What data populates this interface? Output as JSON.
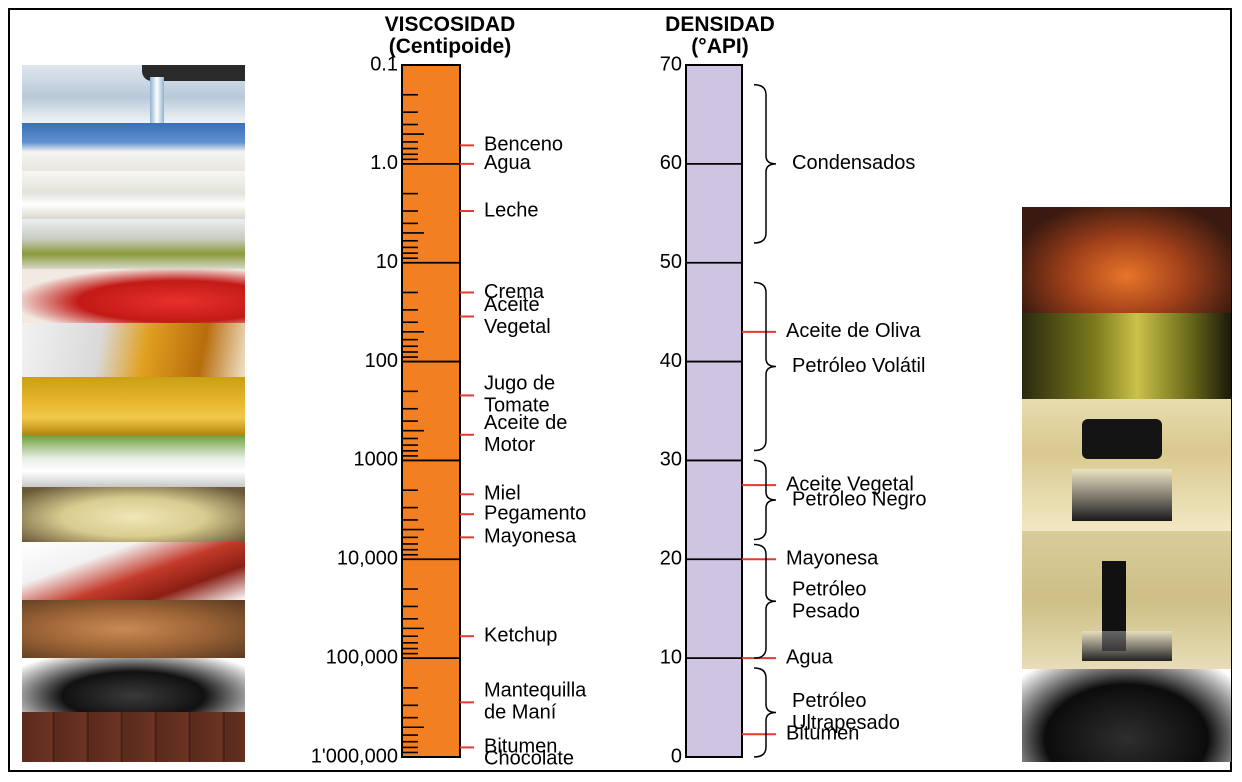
{
  "colors": {
    "viscosity_bar": "#f27f22",
    "density_bar": "#cfc5e3",
    "marker": "#e43a2f",
    "ink": "#000000"
  },
  "viscosity": {
    "title_line1": "VISCOSIDAD",
    "title_line2": "(Centipoide)",
    "scale": "log",
    "range": [
      0.1,
      1000000
    ],
    "decade_labels": [
      {
        "value": 0.1,
        "text": "0.1"
      },
      {
        "value": 1,
        "text": "1.0"
      },
      {
        "value": 10,
        "text": "10"
      },
      {
        "value": 100,
        "text": "100"
      },
      {
        "value": 1000,
        "text": "1000"
      },
      {
        "value": 10000,
        "text": "10,000"
      },
      {
        "value": 100000,
        "text": "100,000"
      },
      {
        "value": 1000000,
        "text": "1'000,000"
      }
    ],
    "items": [
      {
        "value": 0.65,
        "lines": [
          "Benceno"
        ]
      },
      {
        "value": 1,
        "lines": [
          "Agua"
        ]
      },
      {
        "value": 3,
        "lines": [
          "Leche"
        ]
      },
      {
        "value": 20,
        "lines": [
          "Crema"
        ]
      },
      {
        "value": 35,
        "lines": [
          "Aceite",
          "Vegetal"
        ]
      },
      {
        "value": 220,
        "lines": [
          "Jugo de",
          "Tomate"
        ]
      },
      {
        "value": 550,
        "lines": [
          "Aceite de",
          "Motor"
        ]
      },
      {
        "value": 2200,
        "lines": [
          "Miel"
        ]
      },
      {
        "value": 3500,
        "lines": [
          "Pegamento"
        ]
      },
      {
        "value": 6000,
        "lines": [
          "Mayonesa"
        ]
      },
      {
        "value": 60000,
        "lines": [
          "Ketchup"
        ]
      },
      {
        "value": 280000,
        "lines": [
          "Mantequilla",
          "de Maní"
        ]
      },
      {
        "value": 800000,
        "lines": [
          "Bitumen"
        ]
      }
    ],
    "tail_label": "Chocolate"
  },
  "density": {
    "title_line1": "DENSIDAD",
    "title_line2": "(°API)",
    "scale": "linear",
    "range": [
      0,
      70
    ],
    "tick_labels": [
      "0",
      "10",
      "20",
      "30",
      "40",
      "50",
      "60",
      "70"
    ],
    "markers": [
      {
        "value": 43,
        "label": "Aceite de Oliva"
      },
      {
        "value": 27.5,
        "label": "Aceite Vegetal"
      },
      {
        "value": 20,
        "label": "Mayonesa"
      },
      {
        "value": 10,
        "label": "Agua"
      },
      {
        "value": 2.3,
        "label": "Bitumen"
      }
    ],
    "groups": [
      {
        "from": 52,
        "to": 68,
        "lines": [
          "Condensados"
        ]
      },
      {
        "from": 31,
        "to": 48,
        "lines": [
          "Petróleo Volátil"
        ]
      },
      {
        "from": 22,
        "to": 30,
        "lines": [
          "Petróleo Negro"
        ]
      },
      {
        "from": 10,
        "to": 21.5,
        "lines": [
          "Petróleo",
          "Pesado"
        ]
      },
      {
        "from": 0,
        "to": 9,
        "lines": [
          "Petróleo",
          "Ultrapesado"
        ]
      }
    ]
  },
  "left_photos": [
    "water-tap",
    "milk",
    "cream",
    "vegetable-oil",
    "tomato-juice",
    "motor-oil",
    "honey",
    "glue",
    "mayonnaise",
    "ketchup",
    "peanut-butter",
    "bitumen",
    "chocolate"
  ],
  "right_photos": [
    "olive-oil-flask",
    "olive-oil-pour",
    "black-oil-beaker",
    "heavy-oil-beaker",
    "extra-heavy-oil"
  ]
}
